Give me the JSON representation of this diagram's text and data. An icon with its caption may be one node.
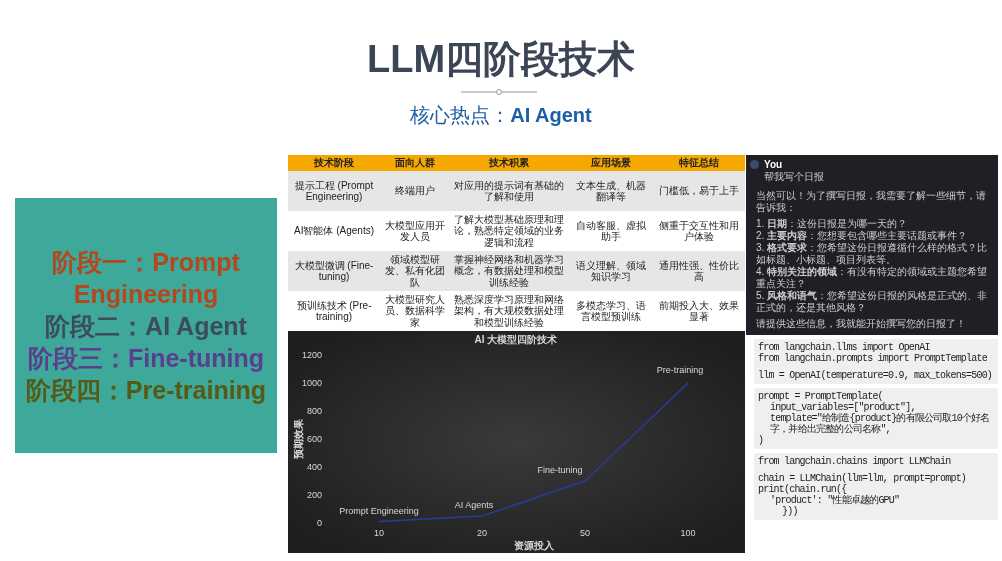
{
  "diagram": {
    "title": "LLM四阶段技术",
    "nodes": [
      {
        "text": [
          "阶段一：Prompt Engineering",
          "阶段二：AI Agent",
          "阶段三：Fine-tuning",
          "阶段四：Pre-training"
        ]
      }
    ],
    "labels": [
      "核心热点：**AI Agent**",
      "技术阶段",
      "面向人群",
      "技术积累",
      "应用场景",
      "特征总结",
      "提示工程 (Prompt Engineering)",
      "终端用户",
      "对应用的提示词有基础的了解和使用",
      "文本生成、机器翻译等",
      "门槛低，易于上手",
      "AI智能体 (Agents)",
      "大模型应用开发人员",
      "了解大模型基础原理和理论，熟悉特定领域的业务逻辑和流程",
      "自动客服、虚拟助手",
      "侧重于交互性和用户体验",
      "大模型微调 (Fine-tuning)",
      "领域模型研发、私有化团队",
      "掌握神经网络和机器学习概念，有数据处理和模型训练经验",
      "语义理解、领域知识学习",
      "通用性强、性价比高",
      "预训练技术 (Pre-training)",
      "大模型研究人员、数据科学家",
      "熟悉深度学习原理和网络架构，有大规模数据处理和模型训练经验",
      "多模态学习、语言模型预训练",
      "前期投入大、效果显著",
      "You",
      "帮我写个日报",
      "当然可以！为了撰写日报，我需要了解一些细节，请告诉我：",
      "1. **日期**：这份日报是为哪一天的？",
      "2. **主要内容**：您想要包含哪些主要话题或事件？",
      "3. **格式要求**：您希望这份日报遵循什么样的格式？比如标题、小标题、项目列表等。",
      "4. **特别关注的领域**：有没有特定的领域或主题您希望重点关注？",
      "5. **风格和语气**：您希望这份日报的风格是正式的、非正式的，还是其他风格？",
      "请提供这些信息，我就能开始撰写您的日报了！",
      "from langchain.llms import OpenAI",
      "from langchain.prompts import PromptTemplate",
      "llm = OpenAI(temperature=0.9, max_tokens=500)",
      "prompt = PromptTemplate(",
      "input_variables=[\"product\"],",
      "template=\"给制造{product}的有限公司取10个好名字，并给出完整的公司名称\",",
      ")",
      "from langchain.chains import LLMChain",
      "chain = LLMChain(llm=llm, prompt=prompt)",
      "print(chain.run({",
      "'product': \"性能卓越的GPU\"",
      "}))"
    ],
    "chart_data": {
      "type": "line",
      "title": "AI 大模型四阶技术",
      "xlabel": "资源投入",
      "ylabel": "预期效果",
      "categories": [
        "10",
        "20",
        "50",
        "100"
      ],
      "series": [
        {
          "color": "#2b3a9c",
          "values": [
            10,
            50,
            300,
            1000
          ]
        }
      ],
      "ylim": [
        0,
        1200
      ],
      "yticks": [
        0,
        200,
        400,
        600,
        800,
        1000,
        1200
      ],
      "annotations": [
        "Prompt Engineering",
        "AI Agents",
        "Fine-tuning",
        "Pre-training"
      ]
    }
  }
}
